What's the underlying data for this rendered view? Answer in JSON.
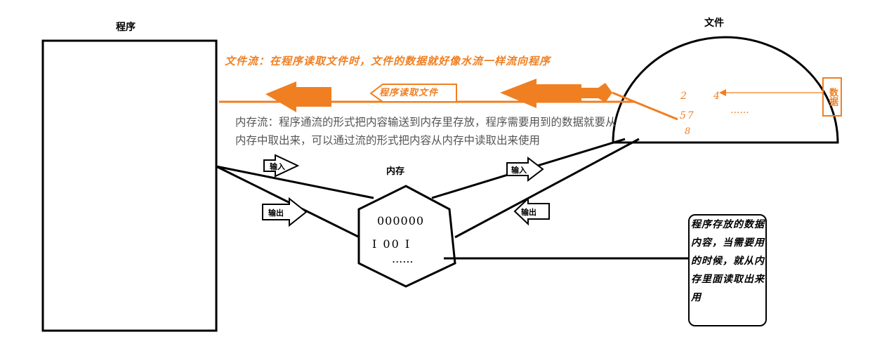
{
  "program": {
    "title": "程序"
  },
  "file": {
    "title": "文件",
    "numbers": [
      "2",
      "4",
      "57",
      "8"
    ],
    "ellipsis": "......"
  },
  "data_label": "数据",
  "orange_caption": "文件流：在程序读取文件时，文件的数据就好像水流一样流向程序",
  "read_arrow_label": "程序读取文件",
  "memory": {
    "title": "内存",
    "description": "内存流：程序通流的形式把内容输送到内存里存放，程序需要用到的数据就要从内存中取出来，可以通过流的形式把内容从内存中读取出来使用",
    "line1": "000000",
    "line2": "I 00 I",
    "line3": "......"
  },
  "arrows": {
    "input": "输入",
    "output": "输出"
  },
  "note": "程序存放的数据内容，当需要用的时候，就从内存里面读取出来用",
  "colors": {
    "accent": "#f07f22",
    "ink": "#000000",
    "muted": "#555555"
  }
}
